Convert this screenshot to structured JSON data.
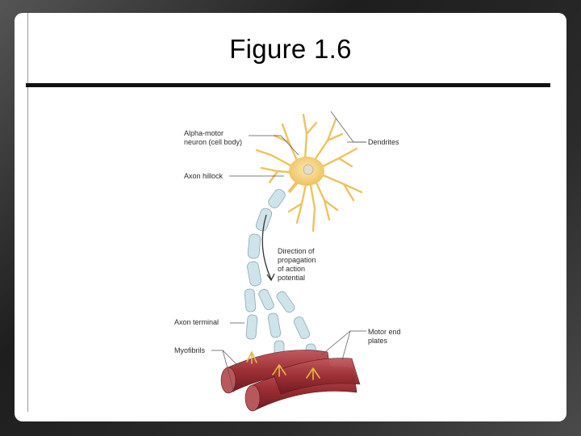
{
  "slide": {
    "title": "Figure 1.6"
  },
  "figure": {
    "labels": {
      "alpha_motor_line1": "Alpha-motor",
      "alpha_motor_line2": "neuron (cell body)",
      "axon_hillock": "Axon hillock",
      "dendrites": "Dendrites",
      "direction_line1": "Direction of",
      "direction_line2": "propagation",
      "direction_line3": "of action",
      "direction_line4": "potential",
      "axon_terminal": "Axon terminal",
      "myofibrils": "Myofibrils",
      "motor_end_line1": "Motor end",
      "motor_end_line2": "plates"
    },
    "colors": {
      "neuron": "#f3d27a",
      "axon_myelin": "#cfe3ea",
      "muscle": "#9c2f35"
    }
  }
}
